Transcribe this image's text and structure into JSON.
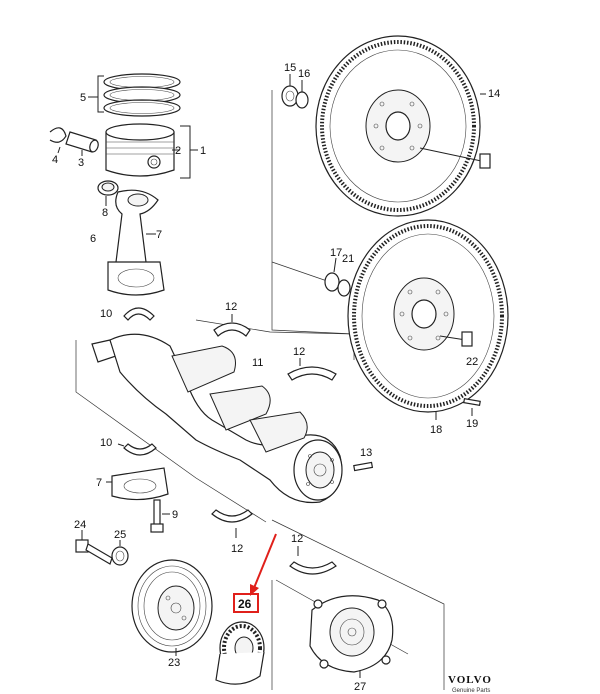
{
  "labels": {
    "l1": "1",
    "l2": "2",
    "l3": "3",
    "l4": "4",
    "l5": "5",
    "l6": "6",
    "l7a": "7",
    "l8": "8",
    "l10a": "10",
    "l12a": "12",
    "l11": "11",
    "l12b": "12",
    "l10b": "10",
    "l7b": "7",
    "l9": "9",
    "l12c": "12",
    "l12d": "12",
    "l13": "13",
    "l14": "14",
    "l15": "15",
    "l16": "16",
    "l17": "17",
    "l21": "21",
    "l22": "22",
    "l18": "18",
    "l19": "19",
    "l24": "24",
    "l25": "25",
    "l23": "23",
    "l26": "26",
    "l27": "27"
  },
  "brand": {
    "name": "VOLVO",
    "sub": "Genuine Parts"
  },
  "highlight": {
    "color": "#e0201b"
  }
}
